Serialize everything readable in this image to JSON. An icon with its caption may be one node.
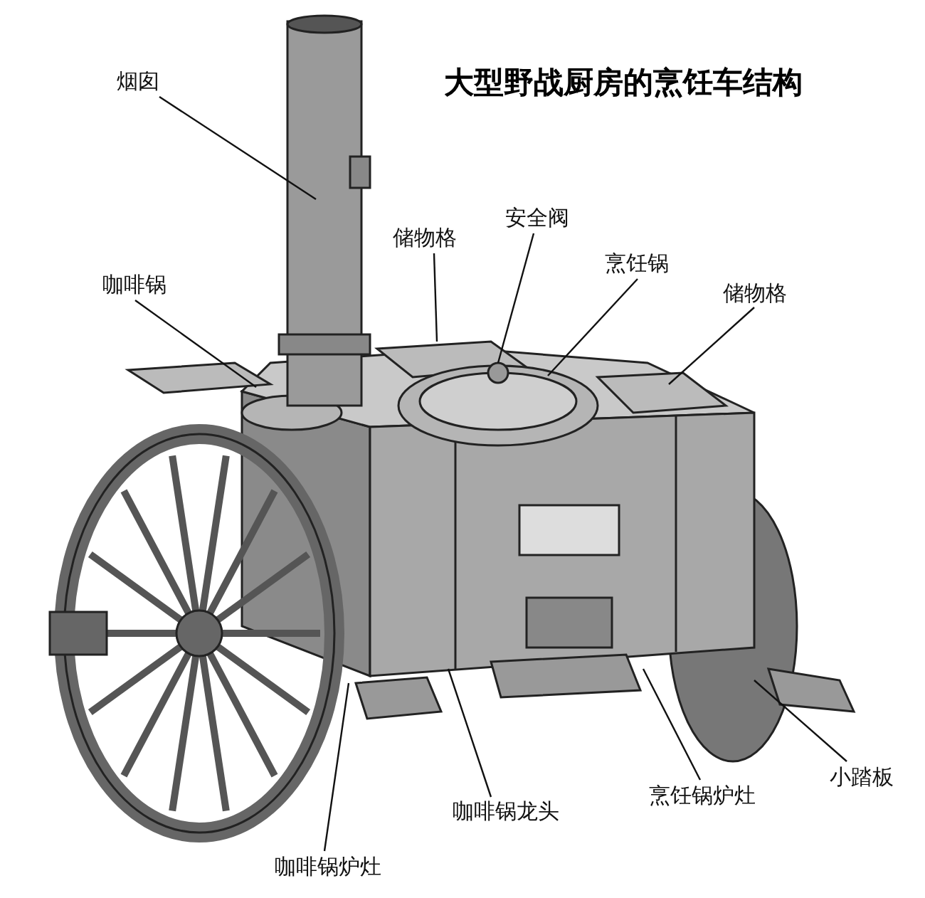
{
  "diagram": {
    "title": "大型野战厨房的烹饪车结构",
    "nodes": [
      {
        "text": [
          "烟囱"
        ]
      },
      {
        "text": [
          "安全阀"
        ]
      },
      {
        "text": [
          "储物格"
        ]
      },
      {
        "text": [
          "烹饪锅"
        ]
      },
      {
        "text": [
          "咖啡锅"
        ]
      },
      {
        "text": [
          "储物格"
        ]
      },
      {
        "text": [
          "小踏板"
        ]
      },
      {
        "text": [
          "烹饪锅炉灶"
        ]
      },
      {
        "text": [
          "咖啡锅龙头"
        ]
      },
      {
        "text": [
          "咖啡锅炉灶"
        ]
      }
    ],
    "edges": [
      {
        "from": 0,
        "to": null,
        "arrow": "none"
      },
      {
        "from": 1,
        "to": null,
        "arrow": "none"
      },
      {
        "from": 2,
        "to": null,
        "arrow": "none"
      },
      {
        "from": 3,
        "to": null,
        "arrow": "none"
      },
      {
        "from": 4,
        "to": null,
        "arrow": "none"
      },
      {
        "from": 5,
        "to": null,
        "arrow": "none"
      },
      {
        "from": 6,
        "to": null,
        "arrow": "none"
      },
      {
        "from": 7,
        "to": null,
        "arrow": "none"
      },
      {
        "from": 8,
        "to": null,
        "arrow": "none"
      },
      {
        "from": 9,
        "to": null,
        "arrow": "none"
      }
    ]
  }
}
